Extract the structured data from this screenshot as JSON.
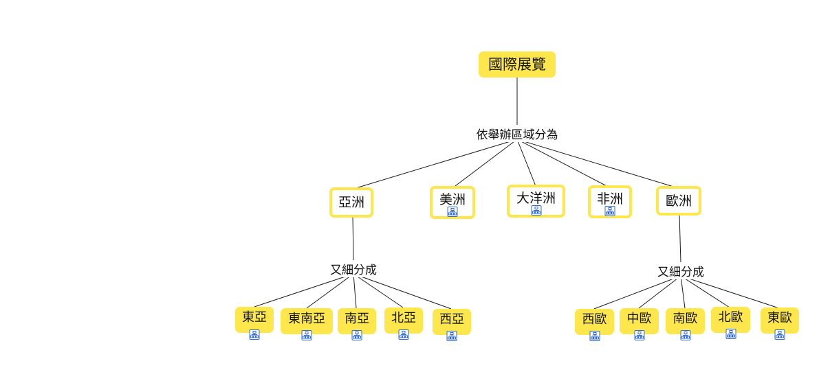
{
  "root": "國際展覽",
  "link_root": "依舉辦區域分為",
  "regions": {
    "asia": "亞洲",
    "america": "美洲",
    "oceania": "大洋洲",
    "africa": "非洲",
    "europe": "歐洲"
  },
  "link_asia": "又細分成",
  "link_europe": "又細分成",
  "asia_sub": [
    "東亞",
    "東南亞",
    "南亞",
    "北亞",
    "西亞"
  ],
  "europe_sub": [
    "西歐",
    "中歐",
    "南歐",
    "北歐",
    "東歐"
  ],
  "colors": {
    "node_fill": "#fde74c",
    "icon_border": "#2f6bd8"
  }
}
